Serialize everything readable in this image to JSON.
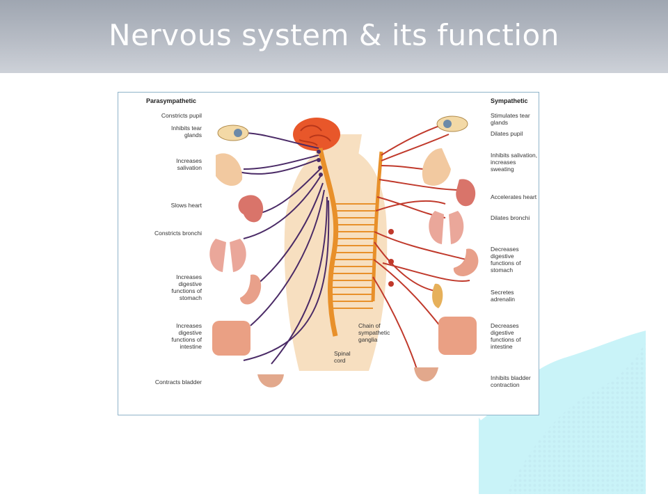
{
  "slide": {
    "title": "Nervous system & its function"
  },
  "diagram": {
    "parasympathetic": {
      "header": "Parasympathetic",
      "labels": [
        "Constricts pupil",
        "Inhibits tear glands",
        "Increases salivation",
        "Slows heart",
        "Constricts bronchi",
        "Increases digestive functions of stomach",
        "Increases digestive functions of intestine",
        "Contracts bladder"
      ]
    },
    "sympathetic": {
      "header": "Sympathetic",
      "labels": [
        "Stimulates tear glands",
        "Dilates pupil",
        "Inhibits salivation, increases sweating",
        "Accelerates heart",
        "Dilates bronchi",
        "Decreases digestive functions of stomach",
        "Secretes adrenalin",
        "Decreases digestive functions of intestine",
        "Inhibits bladder contraction"
      ]
    },
    "center_labels": {
      "chain": "Chain of sympathetic ganglia",
      "spinal_cord": "Spinal cord"
    },
    "colors": {
      "parasympathetic_nerve": "#4a2a66",
      "sympathetic_nerve": "#c0392b",
      "spinal_cord": "#e8902a",
      "body_silhouette": "#f7dfc0",
      "brain": "#e8572a",
      "organ": "#e8a08a",
      "frame_border": "#8fb3c9"
    }
  }
}
